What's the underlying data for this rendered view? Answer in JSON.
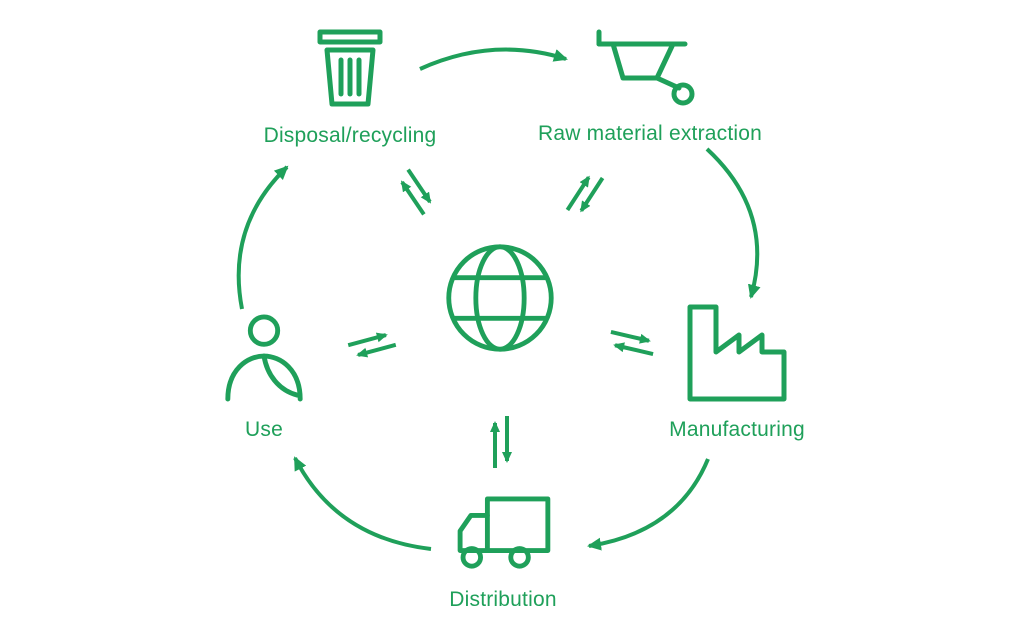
{
  "diagram": {
    "type": "circular-lifecycle",
    "accent_color": "#1fa05a",
    "background_color": "#ffffff",
    "center": {
      "icon": "globe"
    },
    "nodes": [
      {
        "id": "disposal",
        "label": "Disposal/recycling",
        "icon": "trash-can"
      },
      {
        "id": "extraction",
        "label": "Raw material extraction",
        "icon": "wheelbarrow"
      },
      {
        "id": "manufacturing",
        "label": "Manufacturing",
        "icon": "factory"
      },
      {
        "id": "distribution",
        "label": "Distribution",
        "icon": "delivery-truck"
      },
      {
        "id": "use",
        "label": "Use",
        "icon": "person"
      }
    ],
    "flow": [
      "Disposal/recycling → Raw material extraction",
      "Raw material extraction → Manufacturing",
      "Manufacturing → Distribution",
      "Distribution → Use",
      "Use → Disposal/recycling"
    ],
    "exchange_arrows": "two-way arrows between globe and each stage"
  }
}
